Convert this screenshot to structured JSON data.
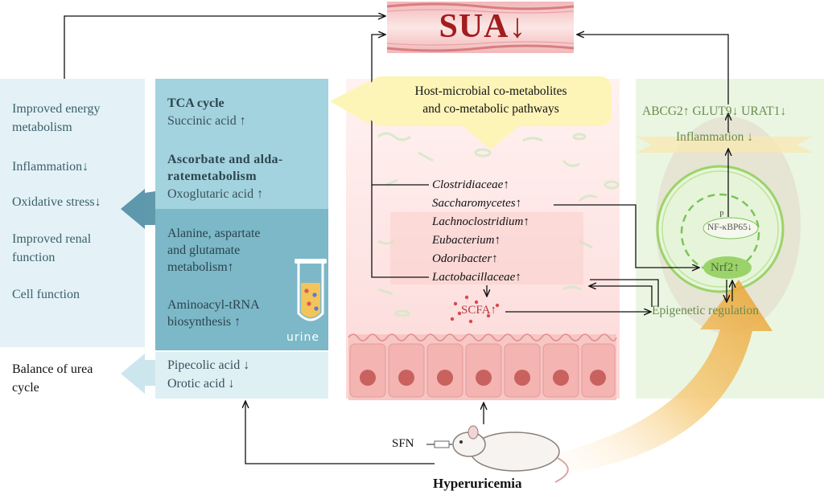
{
  "title": "SUA↓",
  "callout": {
    "line1": "Host-microbial co-metabolites",
    "line2": "and co-metabolic pathways"
  },
  "left_panel": {
    "items": [
      "Improved energy metabolism",
      "Inflammation↓",
      "Oxidative stress↓",
      "Improved renal function",
      "Cell function"
    ],
    "item0_l1": "Improved energy",
    "item0_l2": "metabolism",
    "item1": "Inflammation↓",
    "item2": "Oxidative stress↓",
    "item3_l1": "Improved renal",
    "item3_l2": "function",
    "item4": "Cell function",
    "urea_l1": "Balance of urea",
    "urea_l2": "cycle"
  },
  "middle_panel": {
    "tca_title": "TCA cycle",
    "tca_value": "Succinic acid ↑",
    "asc_title_l1": "Ascorbate and alda-",
    "asc_title_l2": "ratemetabolism",
    "asc_value": "Oxoglutaric acid ↑",
    "ala_l1": "Alanine, aspartate",
    "ala_l2": "and glutamate",
    "ala_l3": "metabolism↑",
    "amino_l1": "Aminoacyl-tRNA",
    "amino_l2": "biosynthesis ↑",
    "urine_label": "urine",
    "pipecolic": "Pipecolic acid ↓",
    "orotic": "Orotic acid ↓"
  },
  "gut": {
    "bacteria": [
      "Clostridiaceae↑",
      "Saccharomycetes↑",
      "Lachnoclostridium↑",
      "Eubacterium↑",
      "Odoribacter↑",
      "Lactobacillaceae↑"
    ],
    "scfa": "SCFA↑"
  },
  "right_panel": {
    "transporters": "ABCG2↑ GLUT9↓ URAT1↓",
    "inflammation": "Inflammation ↓",
    "p_label": "P",
    "nfkb": "NF-κBP65↓",
    "nrf2": "Nrf2↑",
    "epigenetic": "Epigenetic regulation"
  },
  "bottom": {
    "sfn": "SFN",
    "hyperuricemia": "Hyperuricemia"
  },
  "colors": {
    "sua_text": "#a31c1e",
    "teal_light": "#a3d3de",
    "teal_dark": "#7cb8c8",
    "callout_yellow": "#fdf5b8",
    "green_panel": "#eaf6e2",
    "nrf2_green": "#9bd36a"
  }
}
